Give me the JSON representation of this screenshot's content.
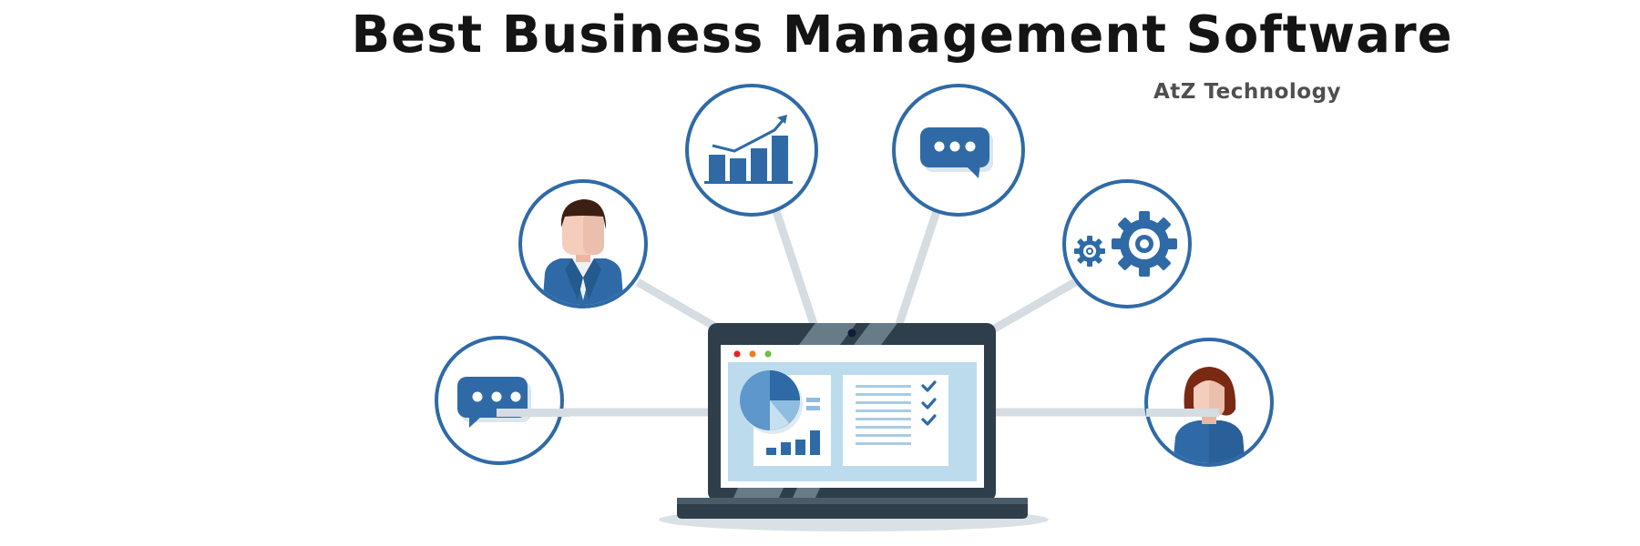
{
  "header": {
    "title": "Best Business Management Software",
    "subtitle": "AtZ Technology"
  },
  "colors": {
    "primary_blue": "#2f6aa6",
    "light_blue_screen": "#bcdcee",
    "connector": "#d5dde2",
    "laptop_dark": "#2e3f4b",
    "laptop_mid": "#4a5c68",
    "skin": "#f2c8b4",
    "male_hair": "#3c1f14",
    "female_hair": "#7a2a12",
    "dot_red": "#e52322",
    "dot_orange": "#f07a22",
    "dot_green": "#6cbd45"
  },
  "nodes": [
    {
      "id": "chat-left",
      "icon": "chat-bubble-icon"
    },
    {
      "id": "user-male",
      "icon": "male-user-icon"
    },
    {
      "id": "analytics",
      "icon": "growth-chart-icon"
    },
    {
      "id": "chat-right",
      "icon": "chat-bubble-icon"
    },
    {
      "id": "settings",
      "icon": "gears-icon"
    },
    {
      "id": "user-female",
      "icon": "female-user-icon"
    }
  ],
  "laptop": {
    "screen": {
      "window_dots": [
        "red",
        "orange",
        "green"
      ],
      "left_panel": {
        "widgets": [
          "pie-chart",
          "legend",
          "bar-chart"
        ]
      },
      "right_panel": {
        "text_lines": 8,
        "checkmarks": 3
      }
    }
  }
}
